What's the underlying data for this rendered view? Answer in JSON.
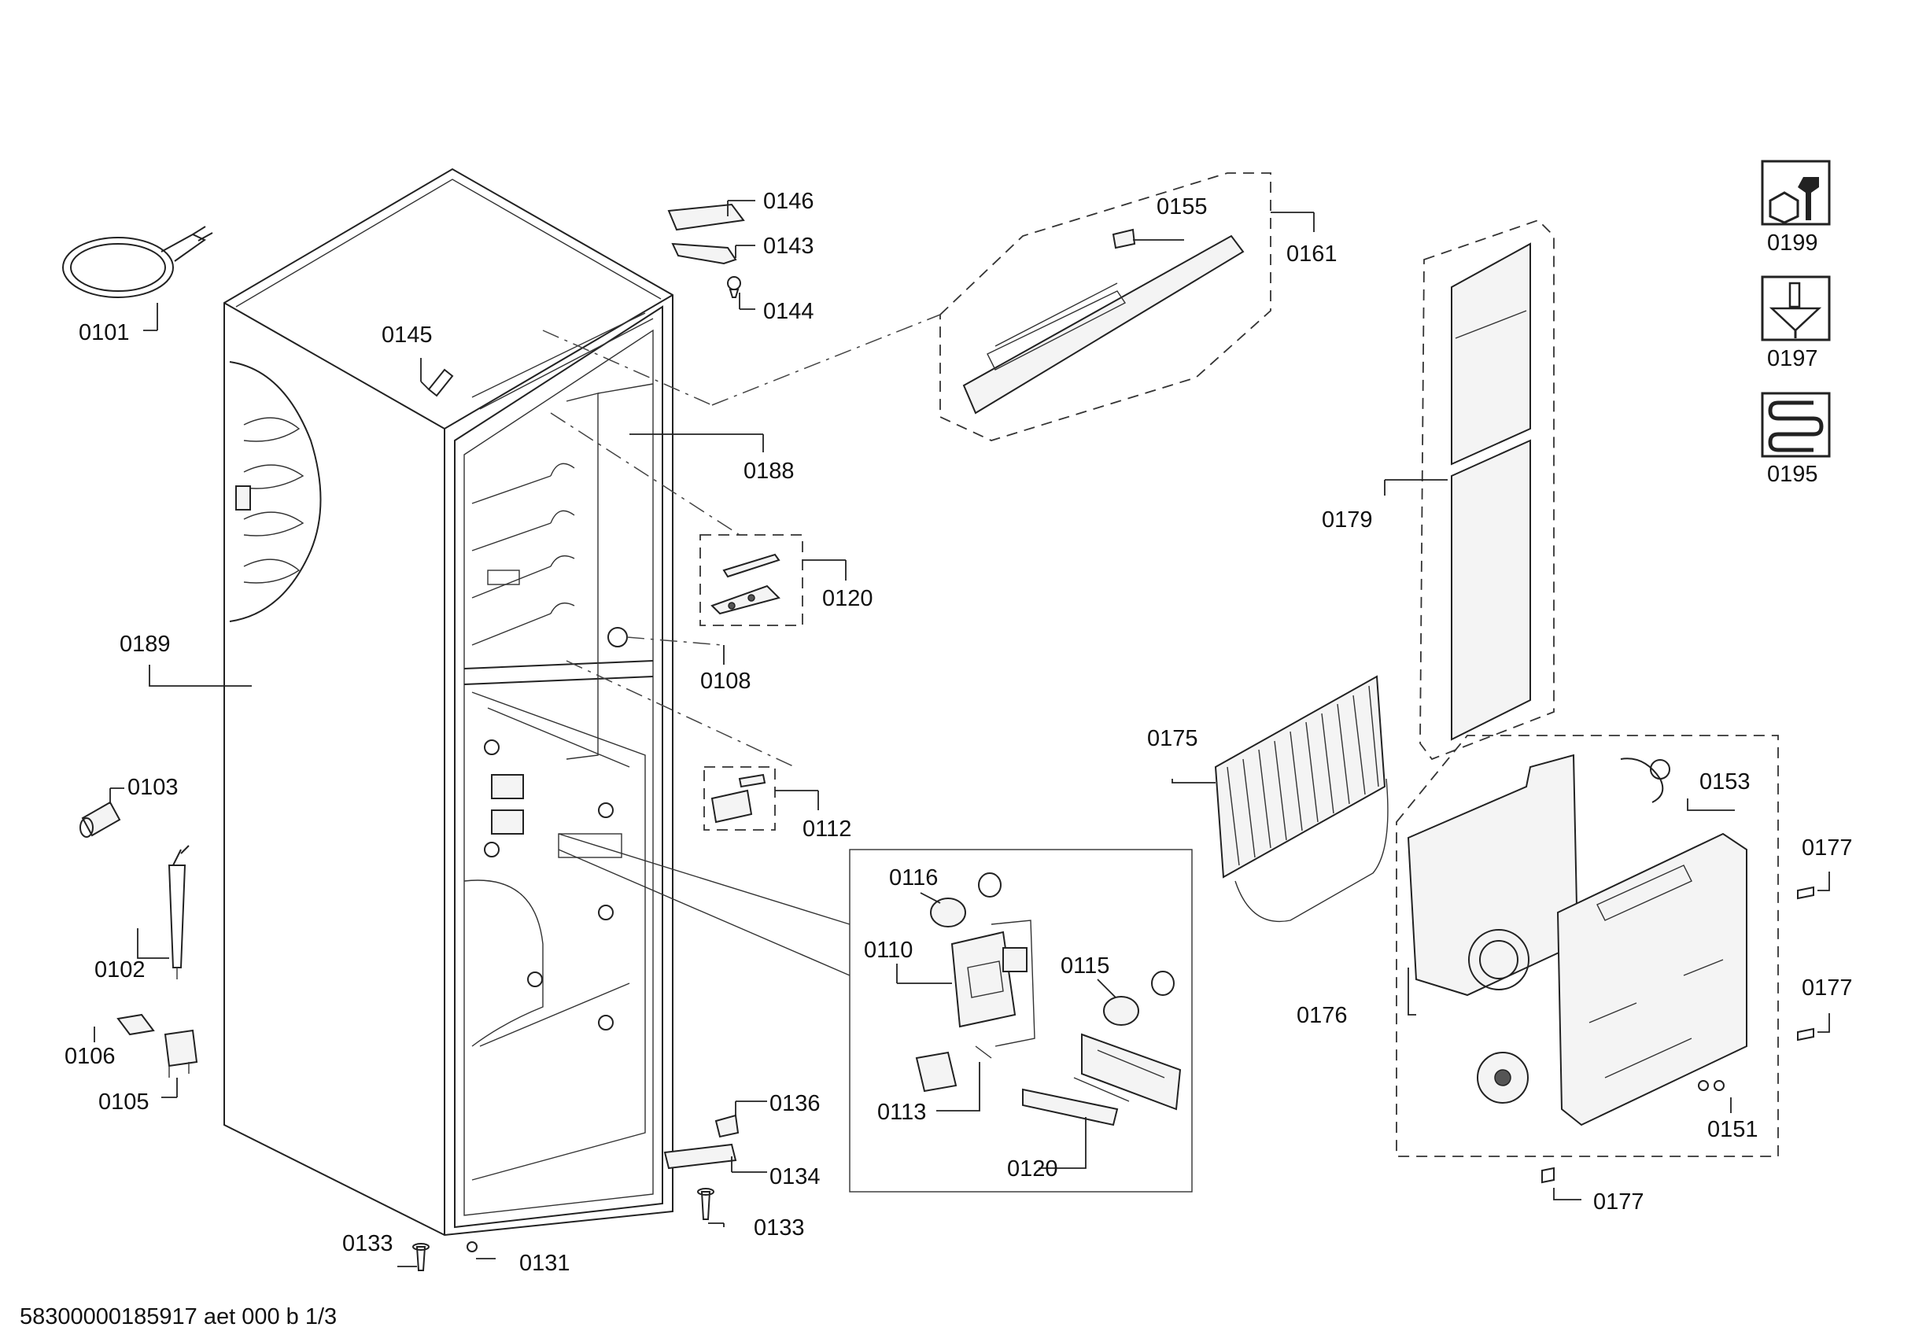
{
  "diagram": {
    "footer": "58300000185917 aet 000 b 1/3",
    "labels": {
      "p0101": "0101",
      "p0189": "0189",
      "p0103": "0103",
      "p0102": "0102",
      "p0106": "0106",
      "p0105": "0105",
      "p0145": "0145",
      "p0146": "0146",
      "p0143": "0143",
      "p0144": "0144",
      "p0188": "0188",
      "p0120a": "0120",
      "p0108": "0108",
      "p0112": "0112",
      "p0155": "0155",
      "p0161": "0161",
      "p0116": "0116",
      "p0110": "0110",
      "p0115": "0115",
      "p0113": "0113",
      "p0120b": "0120",
      "p0136": "0136",
      "p0134": "0134",
      "p0133a": "0133",
      "p0133b": "0133",
      "p0131": "0131",
      "p0179": "0179",
      "p0175": "0175",
      "p0153": "0153",
      "p0176": "0176",
      "p0177a": "0177",
      "p0177b": "0177",
      "p0177c": "0177",
      "p0151": "0151",
      "p0199": "0199",
      "p0197": "0197",
      "p0195": "0195"
    },
    "icons": {
      "tools": "wrench-nut-icon",
      "lubricant": "grease-tube-icon",
      "heater": "heating-coil-icon"
    }
  }
}
